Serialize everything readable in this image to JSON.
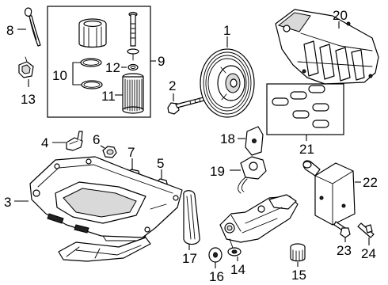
{
  "callouts": {
    "c1": "1",
    "c2": "2",
    "c3": "3",
    "c4": "4",
    "c5": "5",
    "c6": "6",
    "c7": "7",
    "c8": "8",
    "c9": "9",
    "c10": "10",
    "c11": "11",
    "c12": "12",
    "c13": "13",
    "c14": "14",
    "c15": "15",
    "c16": "16",
    "c17": "17",
    "c18": "18",
    "c19": "19",
    "c20": "20",
    "c21": "21",
    "c22": "22",
    "c23": "23",
    "c24": "24"
  }
}
